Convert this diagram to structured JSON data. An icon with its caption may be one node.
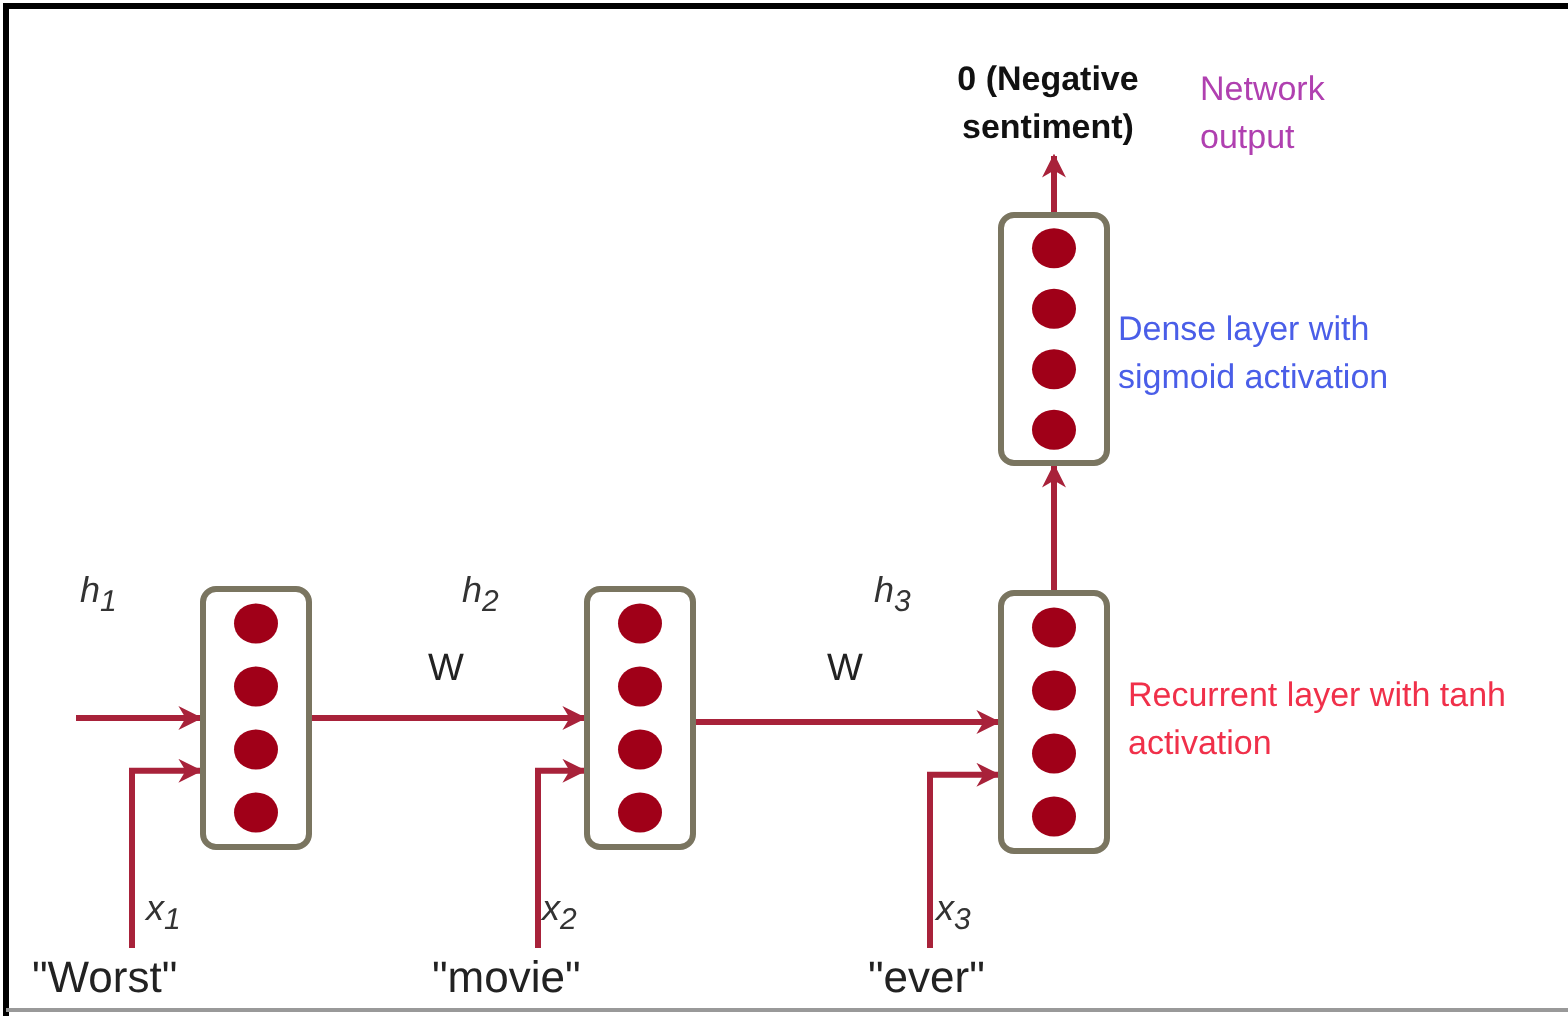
{
  "diagram": {
    "nodes": [
      {
        "text": [],
        "shape": "box"
      },
      {
        "text": [],
        "shape": "box"
      },
      {
        "text": [],
        "shape": "box",
        "beside": [
          "Recurrent layer with tanh activation"
        ]
      },
      {
        "text": [],
        "shape": "box",
        "beside": [
          "Dense layer with sigmoid activation"
        ]
      },
      {
        "text": [
          "0 (Negative sentiment)"
        ],
        "beside": [
          "Network output"
        ]
      },
      {
        "text": [
          "\"Worst\""
        ],
        "beside": [
          "x$_{1}$"
        ]
      },
      {
        "text": [
          "\"movie\""
        ],
        "beside": [
          "x$_{2}$"
        ]
      },
      {
        "text": [
          "\"ever\""
        ],
        "beside": [
          "x$_{3}$"
        ]
      }
    ],
    "edges": [
      {
        "from": null,
        "to": 0,
        "arrow": "to"
      },
      {
        "from": 0,
        "to": 1,
        "arrow": "to",
        "label": "W"
      },
      {
        "from": 1,
        "to": 2,
        "arrow": "to",
        "label": "W"
      },
      {
        "from": 5,
        "to": 0,
        "arrow": "to"
      },
      {
        "from": 6,
        "to": 1,
        "arrow": "to"
      },
      {
        "from": 7,
        "to": 2,
        "arrow": "to"
      },
      {
        "from": 2,
        "to": 3,
        "arrow": "to"
      },
      {
        "from": 3,
        "to": 4,
        "arrow": "to"
      }
    ],
    "labels": [
      "h$_{1}$",
      "h$_{2}$",
      "h$_{3}$"
    ]
  }
}
